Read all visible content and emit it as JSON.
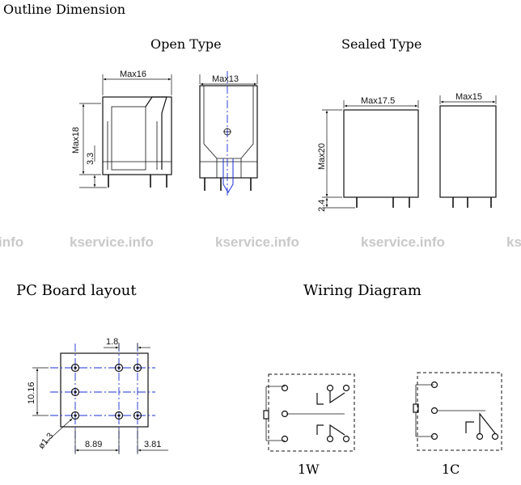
{
  "headings": {
    "outline": "Outline Dimension",
    "open_type": "Open Type",
    "sealed_type": "Sealed Type",
    "pc_board": "PC Board layout",
    "wiring": "Wiring Diagram"
  },
  "open_type": {
    "width": "Max16",
    "depth": "Max13",
    "height": "Max18",
    "pin_length": "3.3"
  },
  "sealed_type": {
    "width": "Max17.5",
    "depth": "Max15",
    "height": "Max20",
    "pin_length": "2.4"
  },
  "pcb": {
    "pin_pitch_small": "1.8",
    "row_pitch": "10.16",
    "hole_dia": "ø1.3",
    "spacing_a": "8.89",
    "spacing_b": "3.81"
  },
  "wiring": {
    "form_a": "1W",
    "form_b": "1C"
  },
  "watermark": {
    "w1": "info",
    "w2": "kservice.info",
    "w3": "kservice.info",
    "w4": "kservice.info",
    "w5": "ks"
  }
}
